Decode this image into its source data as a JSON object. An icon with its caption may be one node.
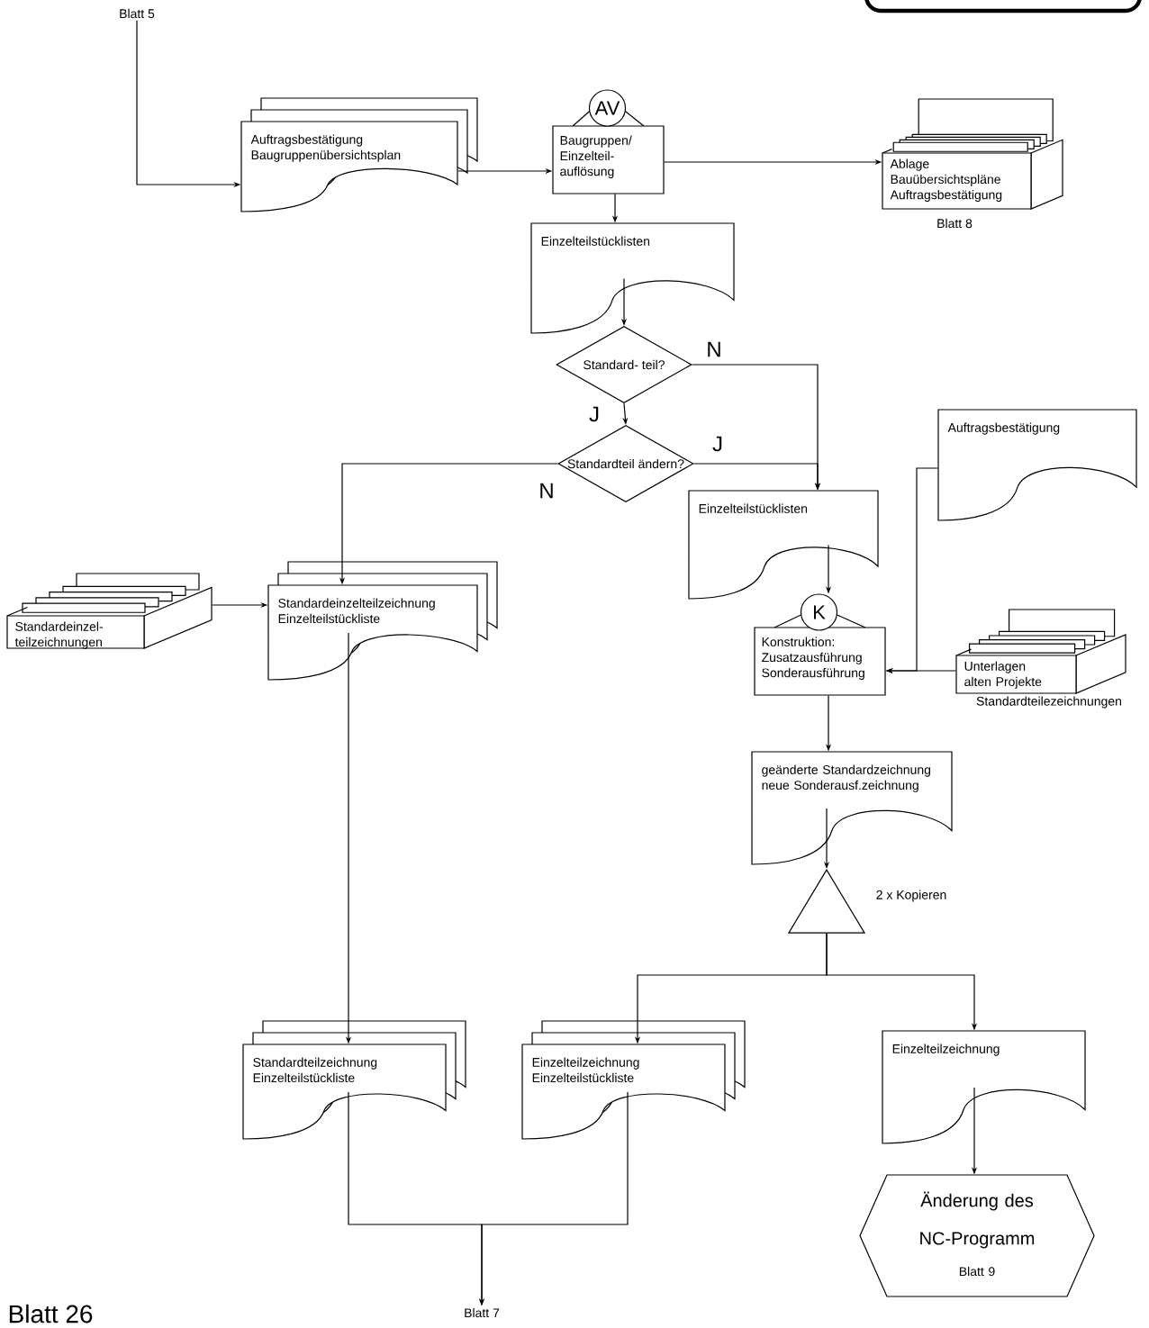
{
  "diagram": {
    "nodes": [
      {
        "text": [
          "Blatt 5"
        ]
      },
      {
        "text": [
          "Auftragsbestätigung Baugruppenübersichtsplan"
        ]
      },
      {
        "text": [
          "AV",
          "Baugruppen/ Einzelteil- auflösung"
        ]
      },
      {
        "text": [
          "Ablage Bauübersichtspläne Auftragsbestätigung"
        ],
        "beside": [
          "Blatt 8"
        ]
      },
      {
        "text": [
          "Einzelteilstücklisten"
        ]
      },
      {
        "text": [
          "Standard- teil?"
        ]
      },
      {
        "text": [
          "Standardteil ändern?"
        ]
      },
      {
        "text": [
          "Einzelteilstücklisten"
        ]
      },
      {
        "text": [
          "Auftragsbestätigung"
        ]
      },
      {
        "text": [
          "Standardeinzelteilzeichnung Einzelteilstückliste"
        ]
      },
      {
        "text": [
          "Standardeinzel- teilzeichnungen"
        ]
      },
      {
        "text": [
          "K",
          "Konstruktion: Zusatzausführung Sonderausführung"
        ]
      },
      {
        "text": [
          "Unterlagen alten Projekte"
        ],
        "beside": [
          "Standardteilezeichnungen"
        ]
      },
      {
        "text": [
          "geänderte Standardzeichnung neue Sonderausf.zeichnung"
        ]
      },
      {
        "text": [],
        "shape": "triangle",
        "beside": [
          "2 x Kopieren"
        ]
      },
      {
        "text": [
          "Standardteilzeichnung Einzelteilstückliste"
        ]
      },
      {
        "text": [
          "Einzelteilzeichnung Einzelteilstückliste"
        ]
      },
      {
        "text": [
          "Einzelteilzeichnung"
        ]
      },
      {
        "text": [
          "Änderung des NC-Programm",
          "Blatt 9"
        ]
      },
      {
        "text": [
          "Blatt 7"
        ]
      }
    ],
    "edges": [
      {
        "from": 0,
        "to": 1,
        "arrow": "to"
      },
      {
        "from": 1,
        "to": 2,
        "arrow": "to"
      },
      {
        "from": 2,
        "to": 3,
        "arrow": "to"
      },
      {
        "from": 2,
        "to": 4,
        "arrow": "to"
      },
      {
        "from": 4,
        "to": 5,
        "arrow": "to"
      },
      {
        "from": 5,
        "to": 6,
        "arrow": "to",
        "label": "J"
      },
      {
        "from": 5,
        "to": 7,
        "arrow": "to",
        "label": "N"
      },
      {
        "from": 6,
        "to": 7,
        "arrow": "to",
        "label": "J"
      },
      {
        "from": 6,
        "to": 9,
        "arrow": "to",
        "label": "N"
      },
      {
        "from": 7,
        "to": 11,
        "arrow": "to"
      },
      {
        "from": 8,
        "to": 11,
        "arrow": "to"
      },
      {
        "from": 12,
        "to": 11,
        "arrow": "to"
      },
      {
        "from": 9,
        "to": 15,
        "arrow": "to"
      },
      {
        "from": 10,
        "to": 9,
        "arrow": "to"
      },
      {
        "from": 11,
        "to": 13,
        "arrow": "to"
      },
      {
        "from": 13,
        "to": 14,
        "arrow": "to"
      },
      {
        "from": 14,
        "to": 16,
        "arrow": "to"
      },
      {
        "from": 14,
        "to": 17,
        "arrow": "to"
      },
      {
        "from": 17,
        "to": 18,
        "arrow": "to"
      },
      {
        "from": 15,
        "to": 19,
        "arrow": "to"
      },
      {
        "from": 16,
        "to": 19,
        "arrow": "to"
      }
    ],
    "labels": [
      "Blatt 26"
    ]
  }
}
